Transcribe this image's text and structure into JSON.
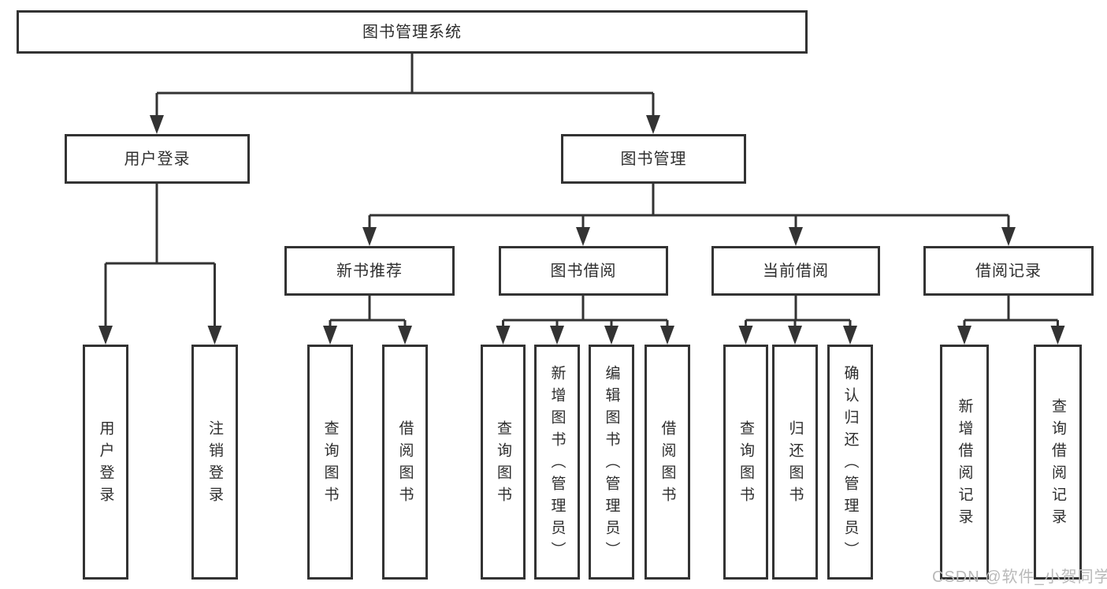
{
  "diagram_title": "图书管理系统",
  "tree": {
    "root": {
      "label": "图书管理系统",
      "children": [
        {
          "label": "用户登录",
          "children": [
            {
              "label": "用户登录"
            },
            {
              "label": "注销登录"
            }
          ]
        },
        {
          "label": "图书管理",
          "children": [
            {
              "label": "新书推荐",
              "children": [
                {
                  "label": "查询图书"
                },
                {
                  "label": "借阅图书"
                }
              ]
            },
            {
              "label": "图书借阅",
              "children": [
                {
                  "label": "查询图书"
                },
                {
                  "label": "新增图书（管理员）"
                },
                {
                  "label": "编辑图书（管理员）"
                },
                {
                  "label": "借阅图书"
                }
              ]
            },
            {
              "label": "当前借阅",
              "children": [
                {
                  "label": "查询图书"
                },
                {
                  "label": "归还图书"
                },
                {
                  "label": "确认归还（管理员）"
                }
              ]
            },
            {
              "label": "借阅记录",
              "children": [
                {
                  "label": "新增借阅记录"
                },
                {
                  "label": "查询借阅记录"
                }
              ]
            }
          ]
        }
      ]
    }
  },
  "watermark": {
    "text": "CSDN @软件_小贺同学"
  },
  "colors": {
    "line": "#333333",
    "box_border": "#333333",
    "text": "#2e2e2e",
    "background": "#ffffff",
    "watermark": "#b9b9b9"
  }
}
